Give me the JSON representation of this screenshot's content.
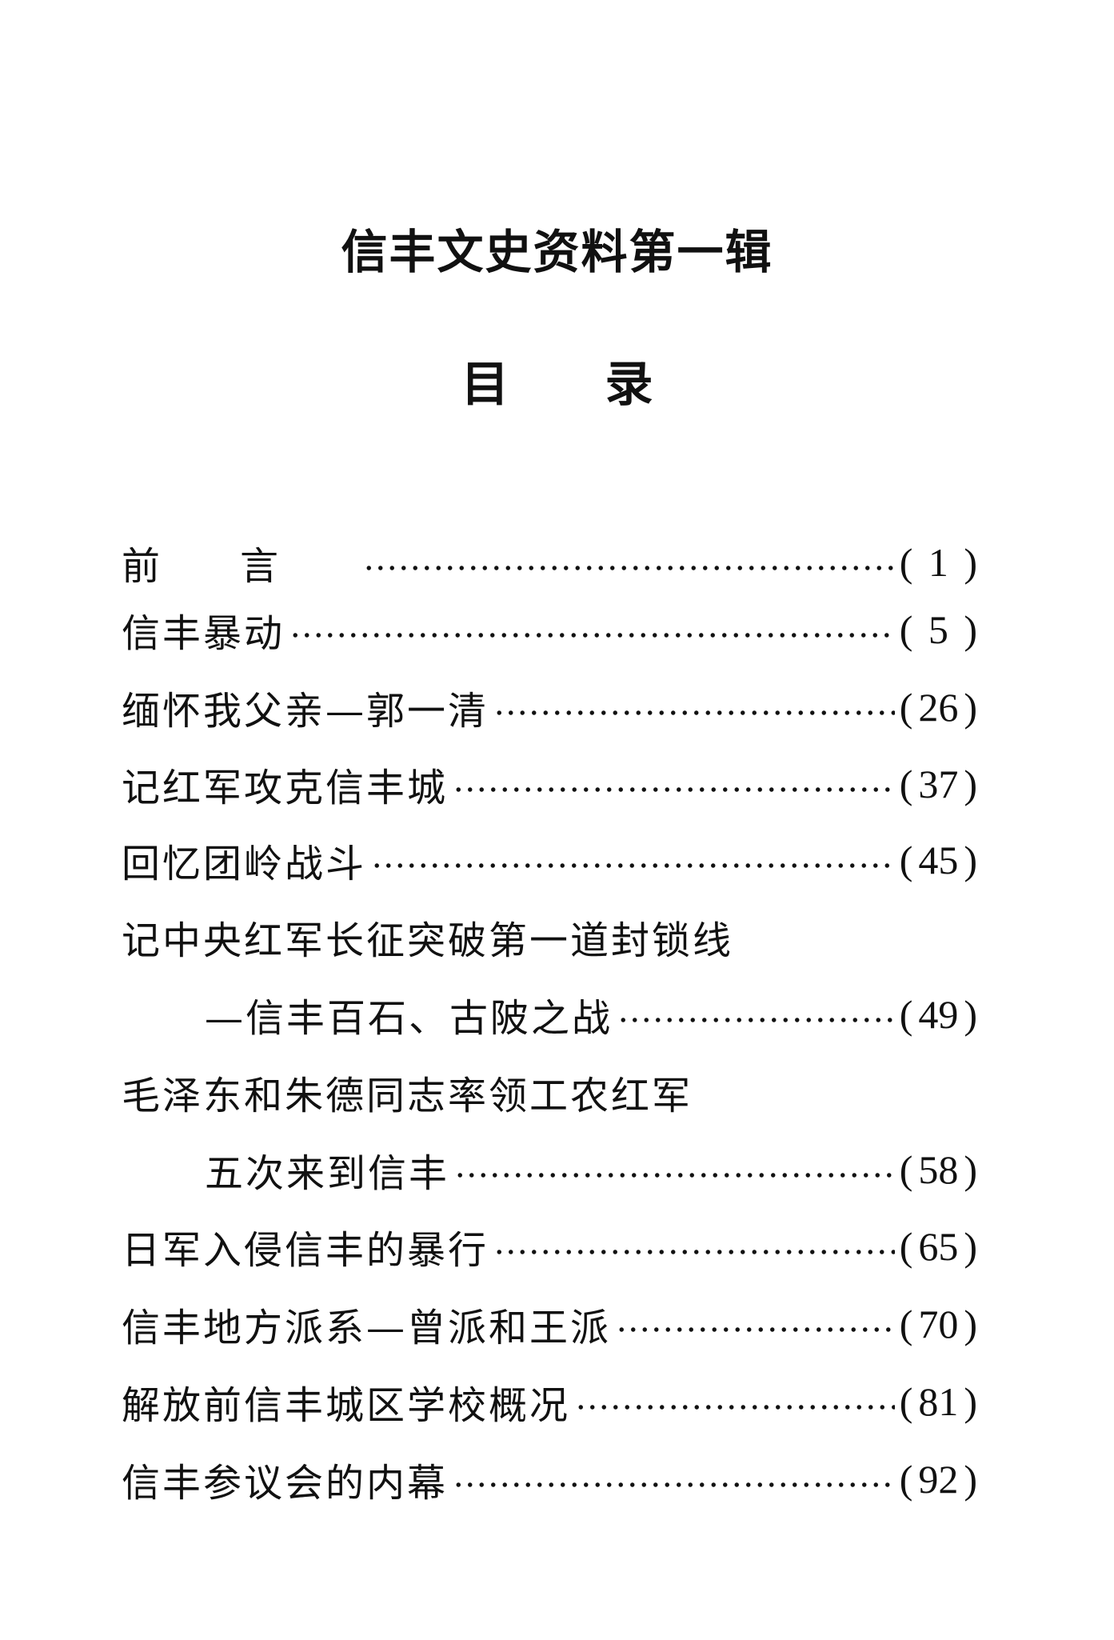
{
  "header": {
    "title": "信丰文史资料第一辑",
    "subtitle_chars": [
      "目",
      "录"
    ]
  },
  "toc": [
    {
      "title": "前言",
      "page": "1"
    },
    {
      "title": "信丰暴动",
      "page": "5"
    },
    {
      "title": "缅怀我父亲—郭一清",
      "page": "26"
    },
    {
      "title": "记红军攻克信丰城",
      "page": "37"
    },
    {
      "title": "回忆团岭战斗",
      "page": "45"
    },
    {
      "title": "记中央红军长征突破第一道封锁线",
      "continuation": "—信丰百石、古陂之战",
      "page": "49"
    },
    {
      "title": "毛泽东和朱德同志率领工农红军",
      "continuation": "五次来到信丰",
      "page": "58"
    },
    {
      "title": "日军入侵信丰的暴行",
      "page": "65"
    },
    {
      "title": "信丰地方派系—曾派和王派",
      "page": "70"
    },
    {
      "title": "解放前信丰城区学校概况",
      "page": "81"
    },
    {
      "title": "信丰参议会的内幕",
      "page": "92"
    }
  ]
}
